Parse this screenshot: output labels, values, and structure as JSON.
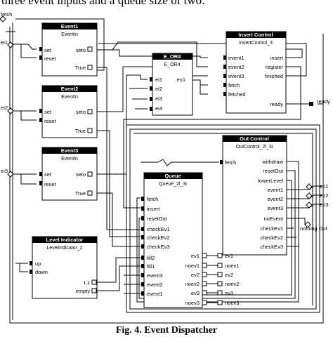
{
  "intro_text": "three event inputs and a queue size of two:",
  "caption": "Fig. 4. Event Dispatcher",
  "external_labels": {
    "fetch": "fetch",
    "ei1": "ei1",
    "ei2": "ei2",
    "ei3": "ei3",
    "ready": "ready",
    "eo1": "eo1",
    "eo2": "eo2",
    "eo3": "eo3",
    "nothing_out": "nothing Out"
  },
  "blocks": {
    "event1": {
      "title": "Event1",
      "subtitle": "EventIn",
      "in_ports": [
        "set",
        "reset"
      ],
      "out_ports": [
        "seto",
        "True"
      ]
    },
    "event2": {
      "title": "Event2",
      "subtitle": "EventIn",
      "in_ports": [
        "set",
        "reset"
      ],
      "out_ports": [
        "seto",
        "True"
      ]
    },
    "event3": {
      "title": "Event3",
      "subtitle": "EventIn",
      "in_ports": [
        "set",
        "reset"
      ],
      "out_ports": [
        "seto",
        "True"
      ]
    },
    "eor4": {
      "title": "E_OR4",
      "subtitle": "E_OR4",
      "in_ports": [
        "ei1",
        "ei2",
        "ei3",
        "ei4"
      ],
      "out_ports": [
        "eo1"
      ]
    },
    "insert_control": {
      "title": "Insert Control",
      "subtitle": "InsertControl_3",
      "in_ports": [
        "event1",
        "event2",
        "event3",
        "fetch",
        "fetched"
      ],
      "out_ports": [
        "insert",
        "register",
        "finished",
        "ready"
      ]
    },
    "out_control": {
      "title": "Out Control",
      "subtitle": "OutControl_2l_3i",
      "in_ports": [
        "fetch"
      ],
      "out_ports": [
        "withdraw",
        "resetOut",
        "lowerLevel",
        "event1",
        "event2",
        "event3",
        "noEvent",
        "checkEv1",
        "checkEv2",
        "checkEv3"
      ]
    },
    "queue": {
      "title": "Queue",
      "subtitle": "Queue_2l_3i",
      "in_ports": [
        "fetch",
        "insert",
        "resetOut",
        "checkEv1",
        "checkEv2",
        "checkEv3",
        "fill2",
        "fill1",
        "event3",
        "event2",
        "event1"
      ],
      "out_ports": [
        "ev1",
        "noev1",
        "ev2",
        "noev2",
        "ev3",
        "noev3"
      ]
    },
    "level": {
      "title": "Level Indicator",
      "subtitle": "LevelIndicator_2",
      "in_ports": [
        "up",
        "down"
      ],
      "out_ports": [
        "L1",
        "empty"
      ]
    }
  }
}
